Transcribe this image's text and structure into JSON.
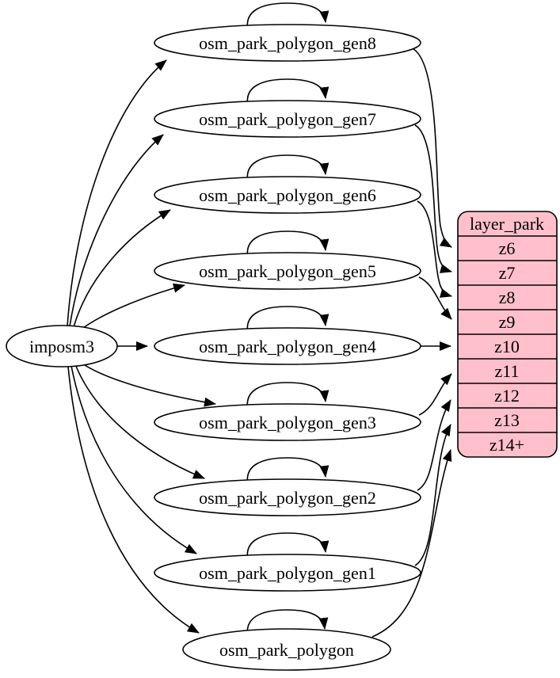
{
  "diagram": {
    "type": "graphviz-dependency-graph",
    "source_node": {
      "label": "imposm3"
    },
    "table_nodes": [
      {
        "id": "gen8",
        "label": "osm_park_polygon_gen8"
      },
      {
        "id": "gen7",
        "label": "osm_park_polygon_gen7"
      },
      {
        "id": "gen6",
        "label": "osm_park_polygon_gen6"
      },
      {
        "id": "gen5",
        "label": "osm_park_polygon_gen5"
      },
      {
        "id": "gen4",
        "label": "osm_park_polygon_gen4"
      },
      {
        "id": "gen3",
        "label": "osm_park_polygon_gen3"
      },
      {
        "id": "gen2",
        "label": "osm_park_polygon_gen2"
      },
      {
        "id": "gen1",
        "label": "osm_park_polygon_gen1"
      },
      {
        "id": "polygon",
        "label": "osm_park_polygon"
      }
    ],
    "layer_node": {
      "title": "layer_park",
      "rows": [
        "z6",
        "z7",
        "z8",
        "z9",
        "z10",
        "z11",
        "z12",
        "z13",
        "z14+"
      ]
    },
    "edges": {
      "from_source": [
        {
          "from": "imposm3",
          "to": "osm_park_polygon_gen8"
        },
        {
          "from": "imposm3",
          "to": "osm_park_polygon_gen7"
        },
        {
          "from": "imposm3",
          "to": "osm_park_polygon_gen6"
        },
        {
          "from": "imposm3",
          "to": "osm_park_polygon_gen5"
        },
        {
          "from": "imposm3",
          "to": "osm_park_polygon_gen4"
        },
        {
          "from": "imposm3",
          "to": "osm_park_polygon_gen3"
        },
        {
          "from": "imposm3",
          "to": "osm_park_polygon_gen2"
        },
        {
          "from": "imposm3",
          "to": "osm_park_polygon_gen1"
        },
        {
          "from": "imposm3",
          "to": "osm_park_polygon"
        }
      ],
      "self_loops": [
        {
          "from": "osm_park_polygon_gen8",
          "to": "osm_park_polygon_gen8"
        },
        {
          "from": "osm_park_polygon_gen7",
          "to": "osm_park_polygon_gen7"
        },
        {
          "from": "osm_park_polygon_gen6",
          "to": "osm_park_polygon_gen6"
        },
        {
          "from": "osm_park_polygon_gen5",
          "to": "osm_park_polygon_gen5"
        },
        {
          "from": "osm_park_polygon_gen4",
          "to": "osm_park_polygon_gen4"
        },
        {
          "from": "osm_park_polygon_gen3",
          "to": "osm_park_polygon_gen3"
        },
        {
          "from": "osm_park_polygon_gen2",
          "to": "osm_park_polygon_gen2"
        },
        {
          "from": "osm_park_polygon_gen1",
          "to": "osm_park_polygon_gen1"
        },
        {
          "from": "osm_park_polygon",
          "to": "osm_park_polygon"
        }
      ],
      "to_layer": [
        {
          "from": "osm_park_polygon_gen8",
          "to": "layer_park.z6"
        },
        {
          "from": "osm_park_polygon_gen7",
          "to": "layer_park.z7"
        },
        {
          "from": "osm_park_polygon_gen6",
          "to": "layer_park.z8"
        },
        {
          "from": "osm_park_polygon_gen5",
          "to": "layer_park.z9"
        },
        {
          "from": "osm_park_polygon_gen4",
          "to": "layer_park.z10"
        },
        {
          "from": "osm_park_polygon_gen3",
          "to": "layer_park.z11"
        },
        {
          "from": "osm_park_polygon_gen2",
          "to": "layer_park.z12"
        },
        {
          "from": "osm_park_polygon_gen1",
          "to": "layer_park.z13"
        },
        {
          "from": "osm_park_polygon",
          "to": "layer_park.z14+"
        }
      ]
    },
    "colors": {
      "layer_fill": "#ffc0cb",
      "node_fill": "#ffffff",
      "stroke": "#000000"
    }
  }
}
